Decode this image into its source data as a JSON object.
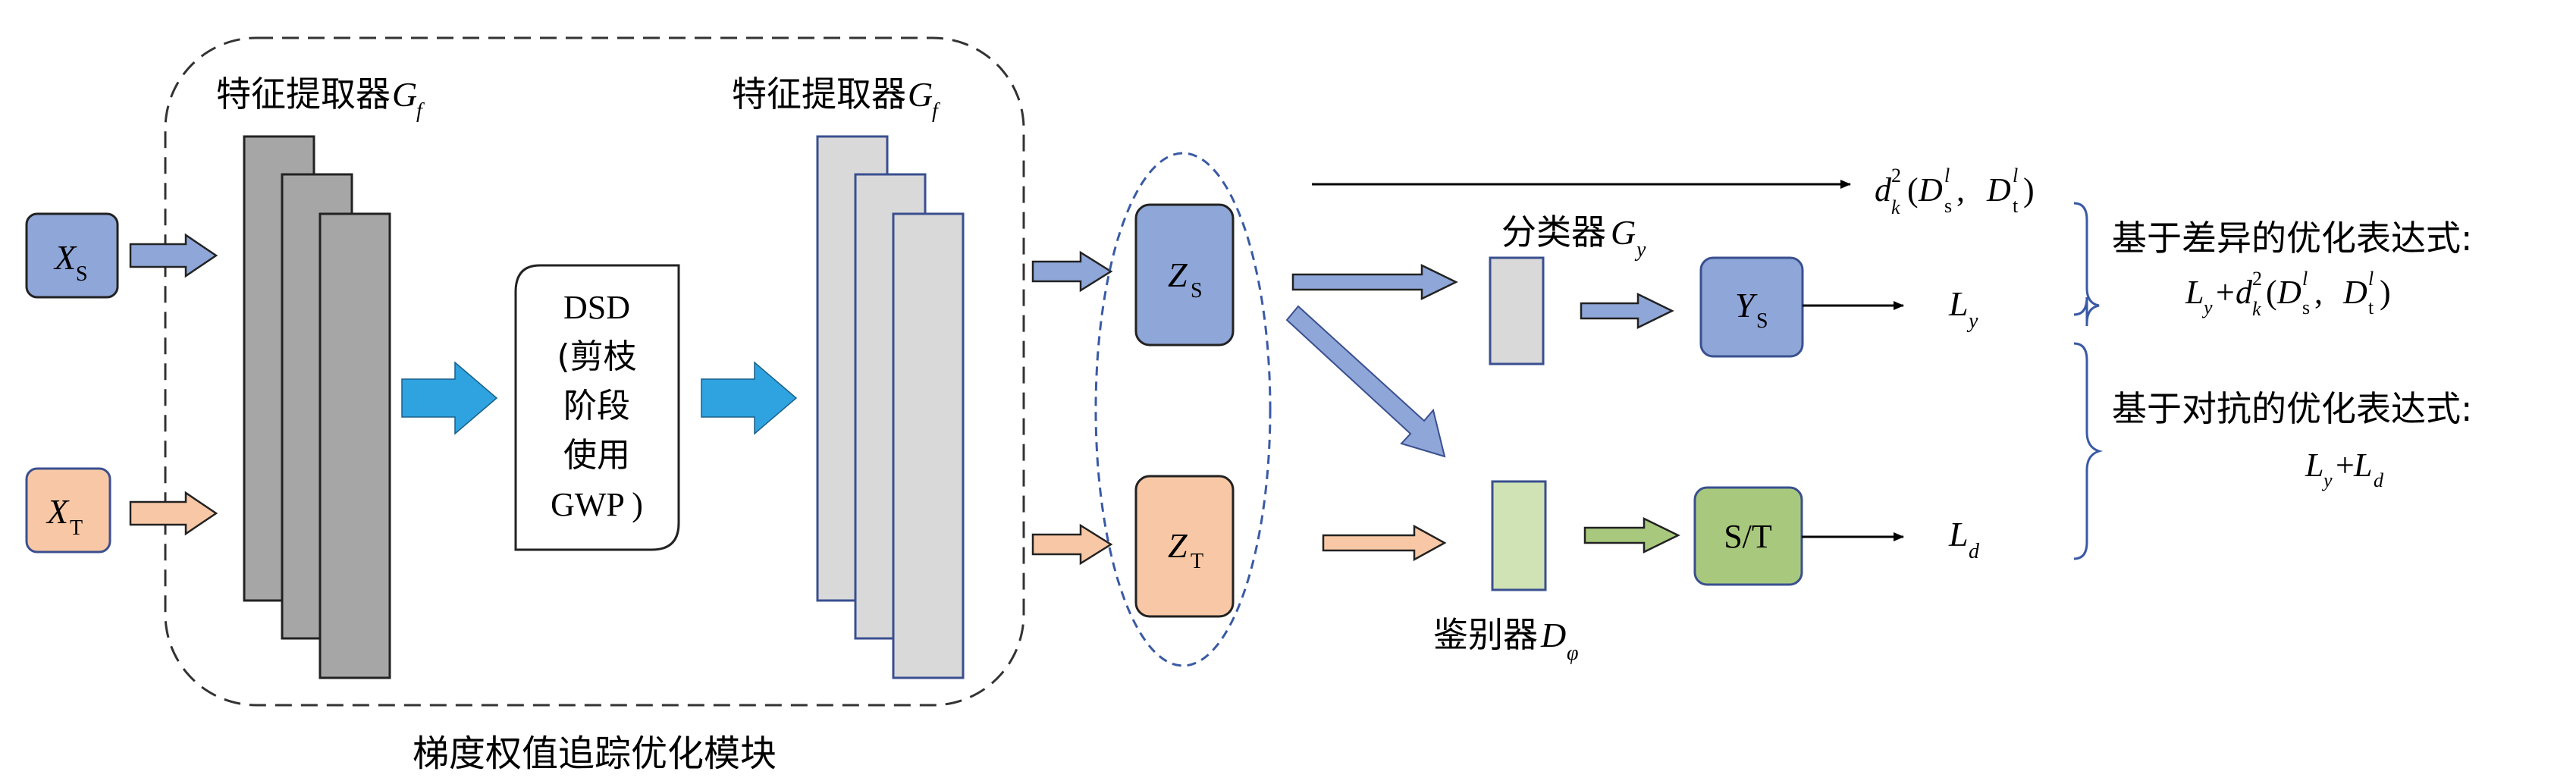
{
  "input_source_label": "X",
  "input_source_sub": "S",
  "input_target_label": "X",
  "input_target_sub": "T",
  "extractor_left_label": "特征提取器",
  "extractor_left_symbol": "G",
  "extractor_left_sub": "f",
  "extractor_right_label": "特征提取器",
  "extractor_right_symbol": "G",
  "extractor_right_sub": "f",
  "dsd_lines": [
    "DSD",
    "(剪枝",
    "阶段",
    "使用",
    "GWP )"
  ],
  "module_label": "梯度权值追踪优化模块",
  "z_source_label": "Z",
  "z_source_sub": "S",
  "z_target_label": "Z",
  "z_target_sub": "T",
  "distance_term": {
    "d": "d",
    "sub": "k",
    "sup": "2",
    "D1": "D",
    "D1_sub": "s",
    "D1_sup": "l",
    "D2": "D",
    "D2_sub": "t",
    "D2_sup": "l"
  },
  "classifier_label": "分类器",
  "classifier_symbol": "G",
  "classifier_sub": "y",
  "discriminator_label": "鉴别器",
  "discriminator_symbol": "D",
  "discriminator_sub": "φ",
  "ys_label": "Y",
  "ys_sub": "S",
  "st_label": "S/T",
  "loss_y": "L",
  "loss_y_sub": "y",
  "loss_d": "L",
  "loss_d_sub": "d",
  "diff_opt_title": "基于差异的优化表达式:",
  "adv_opt_title": "基于对抗的优化表达式:",
  "adv_formula": {
    "L1": "L",
    "L1_sub": "y",
    "plus": "+",
    "L2": "L",
    "L2_sub": "d"
  },
  "colors": {
    "blue_fill": "#8FA6D8",
    "blue_stroke": "#2B3F7A",
    "orange_fill": "#F8C8A6",
    "green_fill": "#A8C97D",
    "green_light": "#CFE3B4",
    "gray_dark": "#A6A6A6",
    "gray_light": "#D9D9D9",
    "cyan_arrow": "#2EA3E0",
    "dashed_blue": "#3A5AA5"
  }
}
